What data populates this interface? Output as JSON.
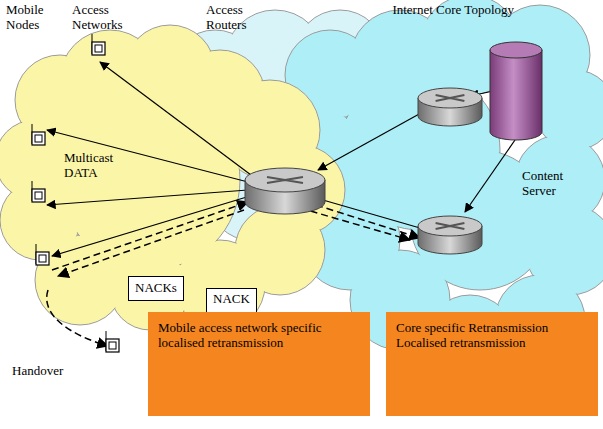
{
  "diagram": {
    "nodes": [
      {
        "text": [
          "Content Server"
        ]
      },
      {
        "text": [
          "NACKs"
        ]
      },
      {
        "text": [
          "NACK"
        ]
      },
      {
        "text": [
          "Mobile access network specific localised retransmission"
        ]
      },
      {
        "text": [
          "Core specific Retransmission Localised retransmission"
        ]
      }
    ],
    "labels": [
      "Mobile Nodes",
      "Access Networks",
      "Access Routers",
      "Internet Core Topology",
      "Multicast DATA",
      "Handover"
    ]
  }
}
